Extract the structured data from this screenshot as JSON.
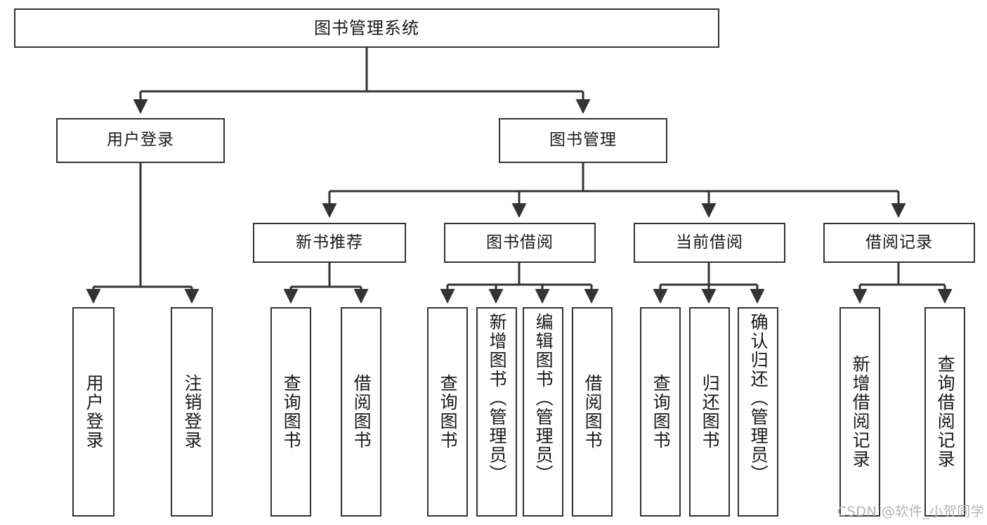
{
  "diagram": {
    "title": "图书管理系统",
    "type": "tree-hierarchy-diagram",
    "root": {
      "label": "图书管理系统"
    },
    "level1": [
      {
        "label": "用户登录"
      },
      {
        "label": "图书管理"
      }
    ],
    "level2": [
      {
        "label": "新书推荐"
      },
      {
        "label": "图书借阅"
      },
      {
        "label": "当前借阅"
      },
      {
        "label": "借阅记录"
      }
    ],
    "leaves": {
      "user_login": [
        {
          "label": "用户登录"
        },
        {
          "label": "注销登录"
        }
      ],
      "new_book_recommend": [
        {
          "label": "查询图书"
        },
        {
          "label": "借阅图书"
        }
      ],
      "book_borrow": [
        {
          "label": "查询图书"
        },
        {
          "label": "新增图书（管理员）"
        },
        {
          "label": "编辑图书（管理员）"
        },
        {
          "label": "借阅图书"
        }
      ],
      "current_borrow": [
        {
          "label": "查询图书"
        },
        {
          "label": "归还图书"
        },
        {
          "label": "确认归还（管理员）"
        }
      ],
      "borrow_record": [
        {
          "label": "新增借阅记录"
        },
        {
          "label": "查询借阅记录"
        }
      ]
    }
  },
  "watermark": {
    "text": "CSDN @软件_小贺同学"
  },
  "colors": {
    "stroke": "#333333",
    "text": "#1a1a1a",
    "background": "#ffffff",
    "watermark": "#b3b3b3"
  }
}
